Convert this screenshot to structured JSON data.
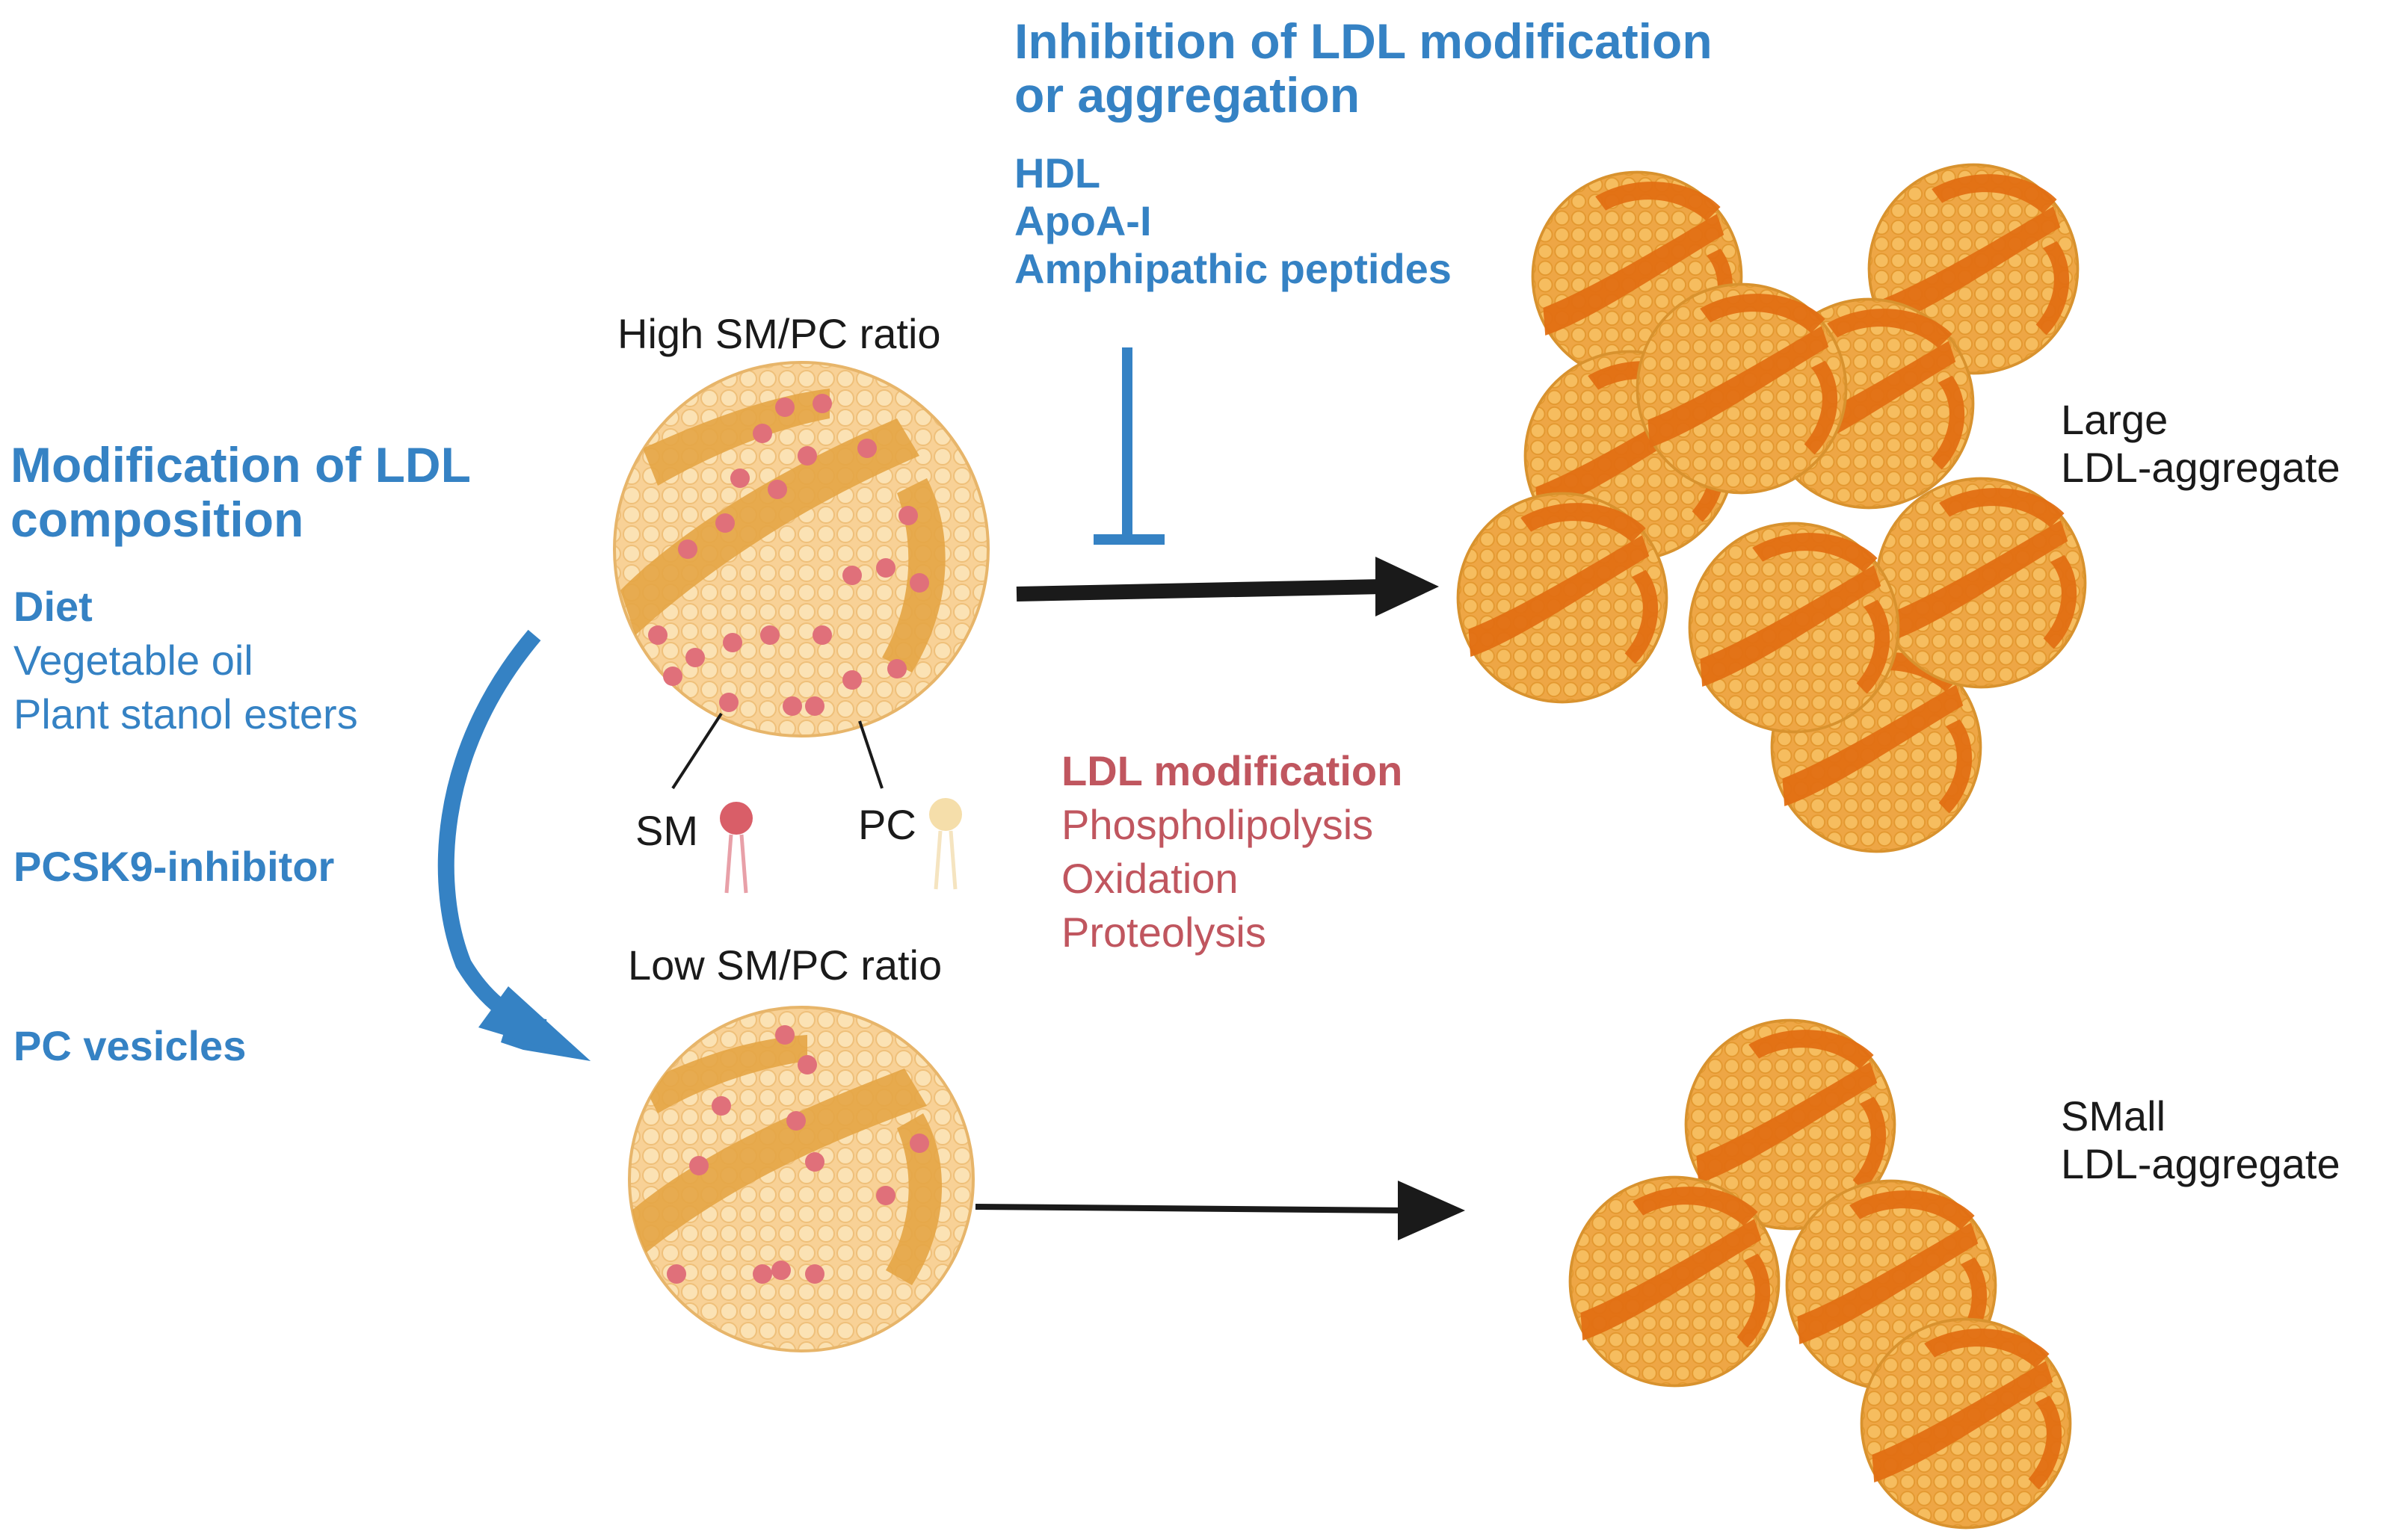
{
  "inhibition": {
    "title_line1": "Inhibition of LDL modification",
    "title_line2": "or aggregation",
    "items": [
      "HDL",
      "ApoA-I",
      "Amphipathic peptides"
    ]
  },
  "modification": {
    "title_line1": "Modification of LDL",
    "title_line2": "composition",
    "diet_label": "Diet",
    "diet_items": [
      "Vegetable oil",
      "Plant stanol esters"
    ],
    "pcsk9": "PCSK9-inhibitor",
    "pc_vesicles": "PC vesicles"
  },
  "particles": {
    "high_label": "High SM/PC ratio",
    "low_label": "Low SM/PC ratio",
    "sm_label": "SM",
    "pc_label": "PC"
  },
  "ldl_modification": {
    "title": "LDL modification",
    "items": [
      "Phospholipolysis",
      "Oxidation",
      "Proteolysis"
    ]
  },
  "aggregates": {
    "large_line1": "Large",
    "large_line2": "LDL-aggregate",
    "small_line1": "SMall",
    "small_line2": "LDL-aggregate"
  },
  "colors": {
    "blue": "#3582c4",
    "red": "#c0565f",
    "sphere": "#f3b64e",
    "band": "#e8731c",
    "sm_dot": "#e0707a",
    "pc_head": "#f5deaa"
  }
}
